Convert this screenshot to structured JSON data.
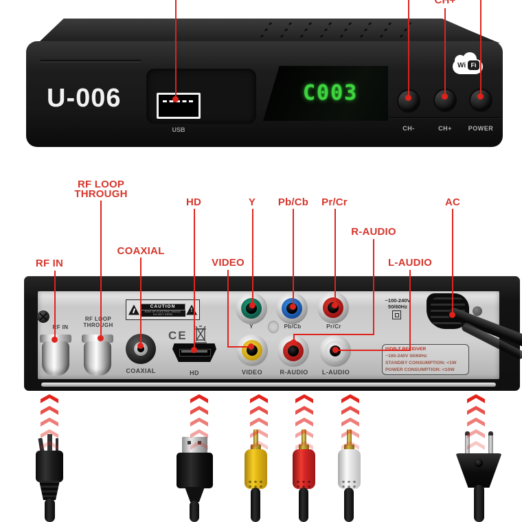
{
  "front_panel": {
    "brand": "U-006",
    "usb_label": "USB",
    "display_value": "C003",
    "wifi": {
      "wi": "Wi",
      "fi": "Fi"
    },
    "button_labels": {
      "ch_minus": "CH-",
      "ch_plus": "CH+",
      "power": "POWER"
    }
  },
  "callouts": {
    "front": {
      "ch_plus": "CH+"
    },
    "rear": {
      "rf_in": "RF IN",
      "rf_loop_line1": "RF LOOP",
      "rf_loop_line2": "THROUGH",
      "coaxial": "COAXIAL",
      "hd": "HD",
      "video": "VIDEO",
      "y": "Y",
      "pb_cb": "Pb/Cb",
      "pr_cr": "Pr/Cr",
      "r_audio": "R-AUDIO",
      "l_audio": "L-AUDIO",
      "ac": "AC"
    }
  },
  "back_panel": {
    "ports": {
      "rf_in": "RF IN",
      "rf_loop_line1": "RF LOOP",
      "rf_loop_line2": "THROUGH",
      "coaxial": "COAXIAL",
      "hd": "HD",
      "video": "VIDEO",
      "y": "Y",
      "pb_cb": "Pb/Cb",
      "pr_cr": "Pr/Cr",
      "r_audio": "R-AUDIO",
      "l_audio": "L-AUDIO"
    },
    "caution": {
      "title": "CAUTION",
      "line1": "RISK OF ELECTRIC SHOCK",
      "line2": "DO NOT OPEN"
    },
    "ce_mark": "CE",
    "voltage_line1": "~100-240V",
    "voltage_line2": "50/60Hz",
    "spec_label": {
      "line1": "ISDB-T RECEIVER",
      "line2": "~100-240V 50/60Hz",
      "line3": "STANDBY CONSUMPTION: <1W",
      "line4": "POWER CONSUMPTION: <10W"
    }
  },
  "colors": {
    "accent_red": "#df231c",
    "display_green": "#3ed43e",
    "component_y_green": "#12715a",
    "component_pb_blue": "#1d6fd1",
    "component_pr_red": "#c81f1f",
    "video_yellow": "#e6b91f",
    "audio_r_red": "#cf2020",
    "audio_l_white": "#e8e8e8"
  }
}
